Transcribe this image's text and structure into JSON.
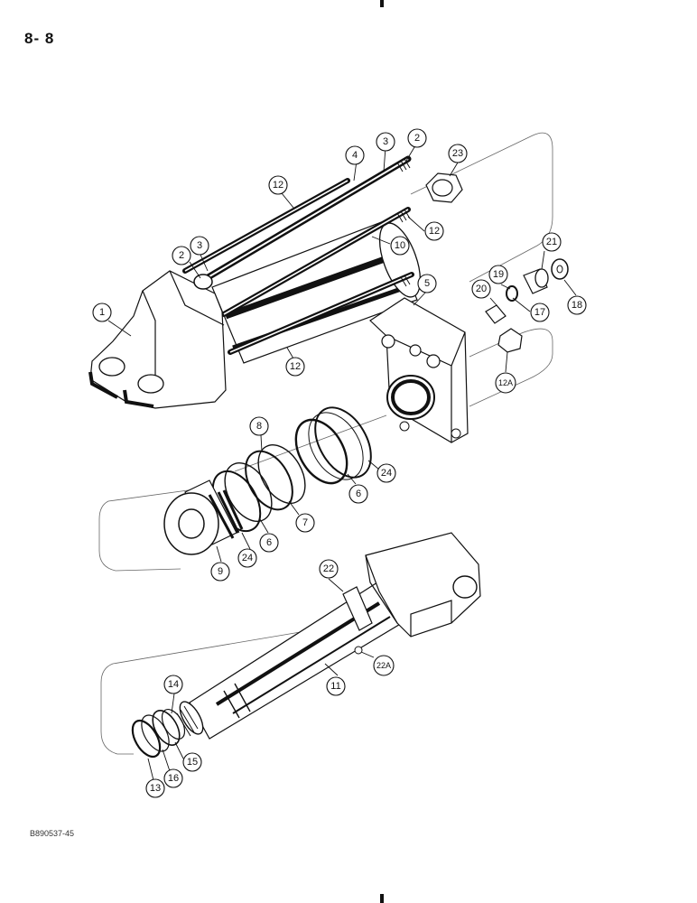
{
  "page": {
    "number": "8- 8",
    "figure_code": "B890537-45"
  },
  "callouts": {
    "c1": "1",
    "c2a": "2",
    "c3a": "3",
    "c2b": "2",
    "c3b": "3",
    "c4": "4",
    "c12a": "12",
    "c12b": "12",
    "c12c": "12",
    "c10": "10",
    "c23": "23",
    "c5": "5",
    "c21": "21",
    "c19": "19",
    "c20": "20",
    "c17": "17",
    "c18": "18",
    "c12A": "12A",
    "c8": "8",
    "c7": "7",
    "c6a": "6",
    "c6b": "6",
    "c24a": "24",
    "c24b": "24",
    "c9": "9",
    "c22": "22",
    "c22A": "22A",
    "c11": "11",
    "c14": "14",
    "c15": "15",
    "c16": "16",
    "c13": "13"
  }
}
